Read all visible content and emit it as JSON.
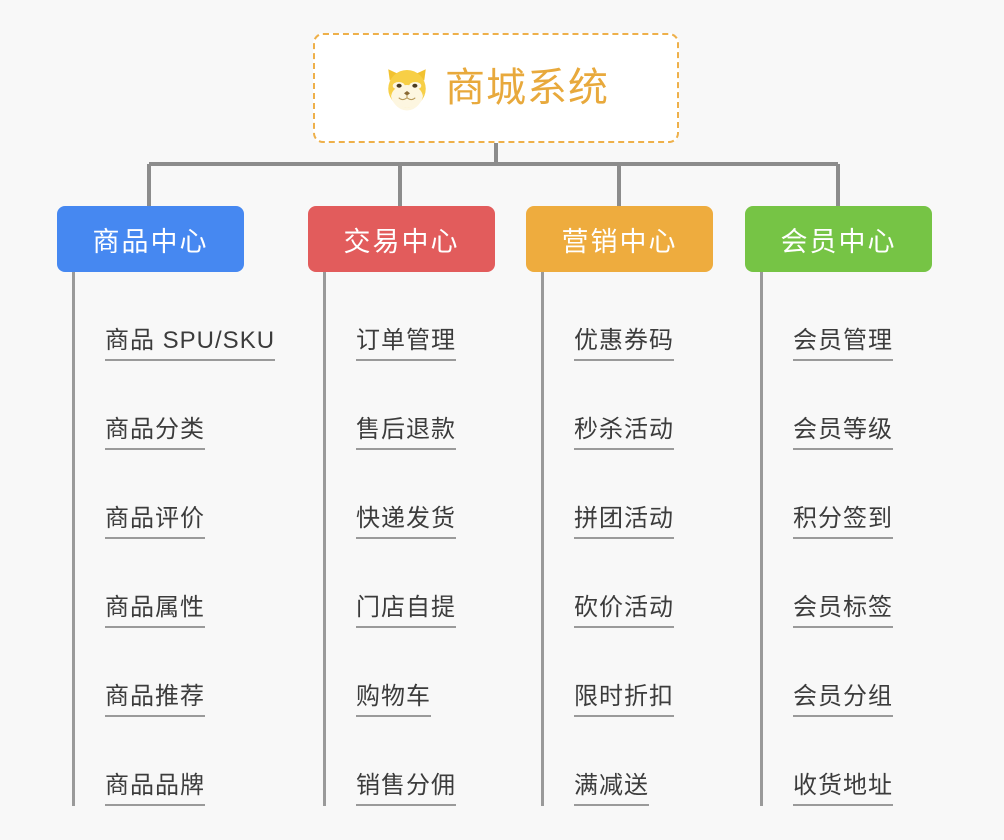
{
  "background_color": "#f8f8f8",
  "root": {
    "title": "商城系统",
    "icon": "shiba-dog-face-icon",
    "text_color": "#e8a93c",
    "border_color": "#eeb04a",
    "background_color": "#ffffff"
  },
  "connector_color": "#8c8c8c",
  "columns": [
    {
      "header": "商品中心",
      "color": "#4688f1",
      "items": [
        "商品 SPU/SKU",
        "商品分类",
        "商品评价",
        "商品属性",
        "商品推荐",
        "商品品牌"
      ]
    },
    {
      "header": "交易中心",
      "color": "#e25c5c",
      "items": [
        "订单管理",
        "售后退款",
        "快递发货",
        "门店自提",
        "购物车",
        "销售分佣"
      ]
    },
    {
      "header": "营销中心",
      "color": "#eeac3e",
      "items": [
        "优惠券码",
        "秒杀活动",
        "拼团活动",
        "砍价活动",
        "限时折扣",
        "满减送"
      ]
    },
    {
      "header": "会员中心",
      "color": "#76c445",
      "items": [
        "会员管理",
        "会员等级",
        "积分签到",
        "会员标签",
        "会员分组",
        "收货地址"
      ]
    }
  ]
}
